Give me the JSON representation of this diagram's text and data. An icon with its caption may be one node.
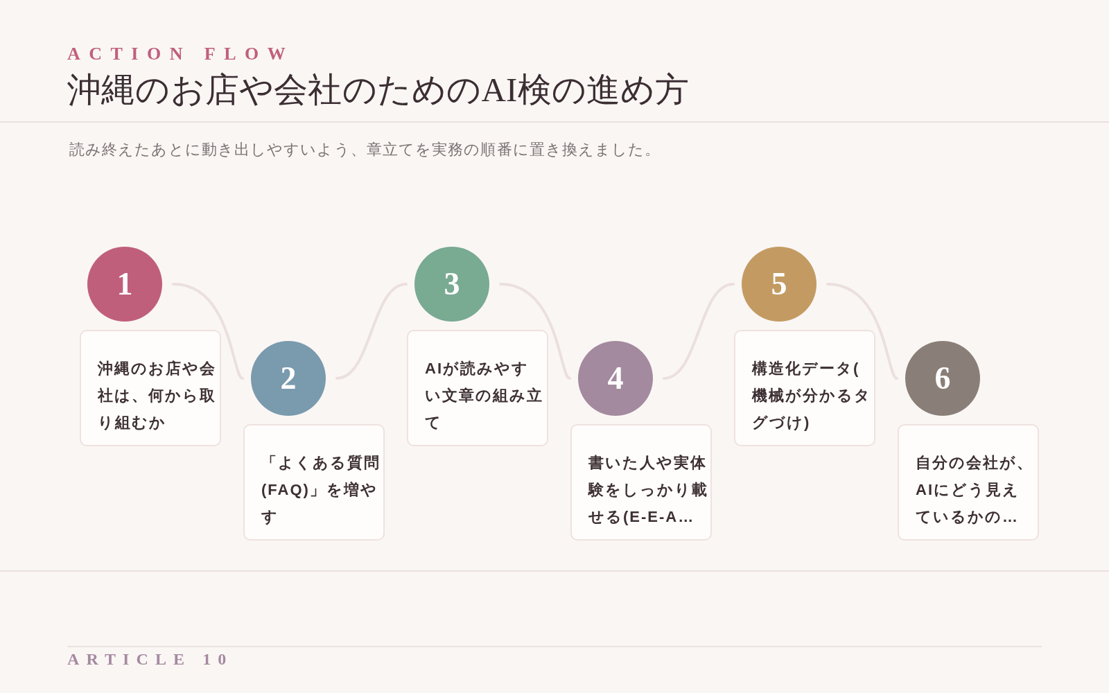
{
  "diagram": {
    "title": "沖縄のお店や会社のためのAI検の進め方",
    "nodes": [
      {
        "text": [
          "1"
        ]
      },
      {
        "text": [
          "沖縄のお店や会社は、何から取り組むか"
        ]
      },
      {
        "text": [
          "2"
        ]
      },
      {
        "text": [
          "「よくある質問(FAQ)」を増やす"
        ]
      },
      {
        "text": [
          "3"
        ]
      },
      {
        "text": [
          "AIが読みやすい文章の組み立て"
        ]
      },
      {
        "text": [
          "4"
        ]
      },
      {
        "text": [
          "書いた人や実体験をしっかり載せる(E-E-A…"
        ]
      },
      {
        "text": [
          "5"
        ]
      },
      {
        "text": [
          "構造化データ(機械が分かるタグづけ)"
        ]
      },
      {
        "text": [
          "6"
        ]
      },
      {
        "text": [
          "自分の会社が、AIにどう見えているかの…"
        ]
      }
    ],
    "edges": [
      {
        "from": 0,
        "to": 2,
        "arrow": "none"
      },
      {
        "from": 2,
        "to": 4,
        "arrow": "none"
      },
      {
        "from": 4,
        "to": 6,
        "arrow": "none"
      },
      {
        "from": 6,
        "to": 8,
        "arrow": "none"
      },
      {
        "from": 8,
        "to": 10,
        "arrow": "none"
      }
    ],
    "labels": [
      "ACTION FLOW",
      "読み終えたあとに動き出しやすいよう、章立てを実務の順番に置き換えました。",
      "ARTICLE 10"
    ]
  }
}
